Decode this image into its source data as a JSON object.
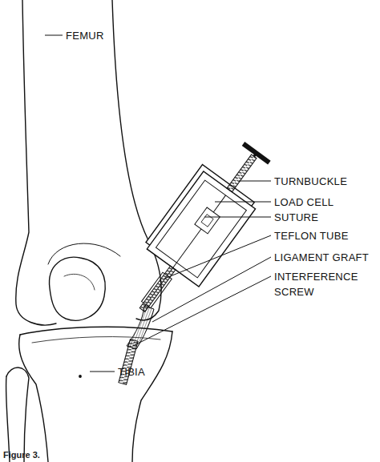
{
  "diagram": {
    "caption": "Figure 3.",
    "labels": [
      "FEMUR",
      "TURNBUCKLE",
      "LOAD CELL",
      "SUTURE",
      "TEFLON TUBE",
      "LIGAMENT GRAFT",
      "INTERFERENCE SCREW",
      "TIBIA"
    ]
  }
}
